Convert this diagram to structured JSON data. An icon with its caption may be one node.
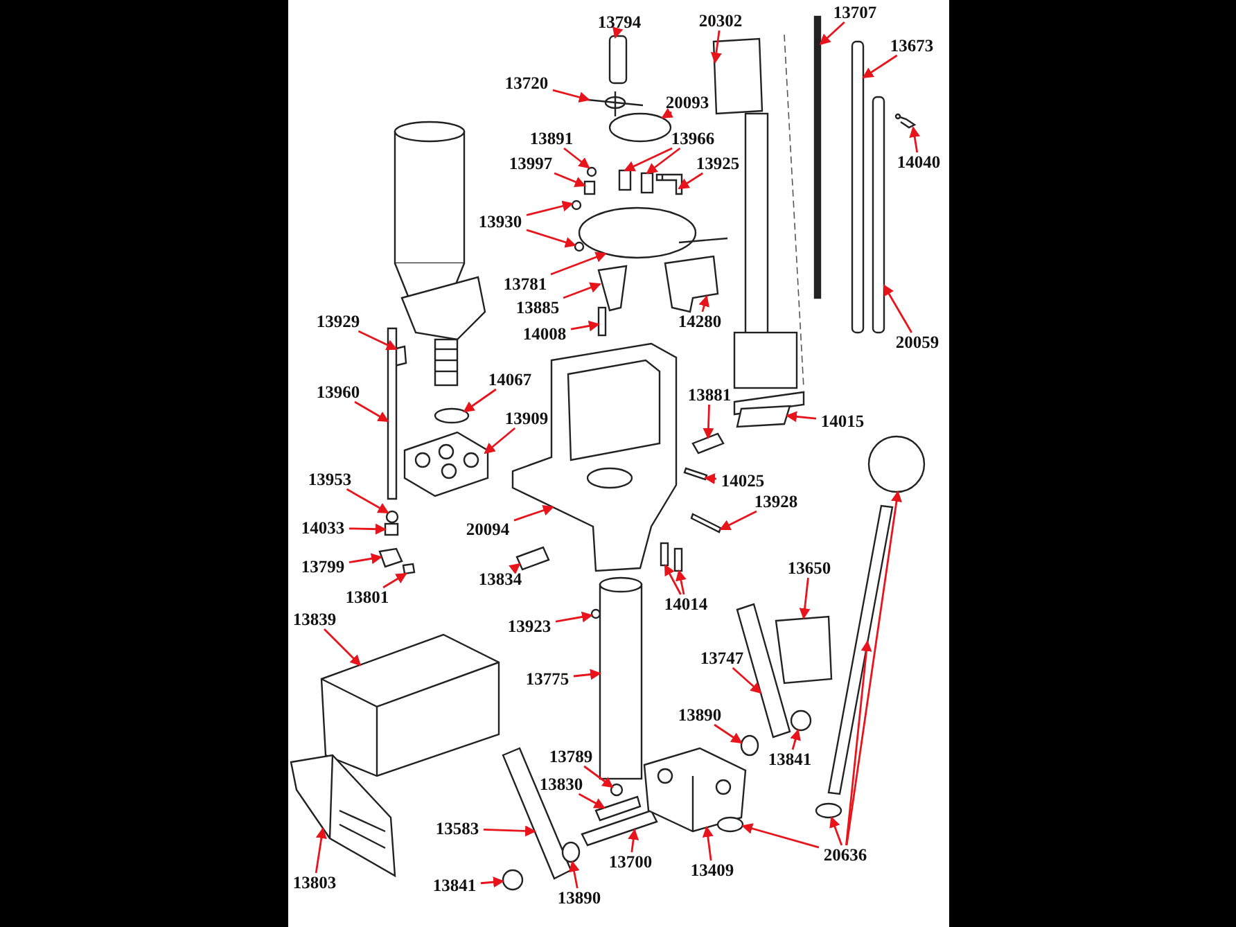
{
  "diagram": {
    "nodes": [
      {
        "text": [
          "13794"
        ]
      },
      {
        "text": [
          "20302"
        ]
      },
      {
        "text": [
          "13707"
        ]
      },
      {
        "text": [
          "13673"
        ]
      },
      {
        "text": [
          "13720"
        ]
      },
      {
        "text": [
          "20093"
        ]
      },
      {
        "text": [
          "14040"
        ]
      },
      {
        "text": [
          "13891"
        ]
      },
      {
        "text": [
          "13966"
        ]
      },
      {
        "text": [
          "13997"
        ]
      },
      {
        "text": [
          "13925"
        ]
      },
      {
        "text": [
          "13930"
        ]
      },
      {
        "text": [
          "13781"
        ]
      },
      {
        "text": [
          "13885"
        ]
      },
      {
        "text": [
          "14280"
        ]
      },
      {
        "text": [
          "20059"
        ]
      },
      {
        "text": [
          "14008"
        ]
      },
      {
        "text": [
          "13929"
        ]
      },
      {
        "text": [
          "13960"
        ]
      },
      {
        "text": [
          "14067"
        ]
      },
      {
        "text": [
          "13881"
        ]
      },
      {
        "text": [
          "14015"
        ]
      },
      {
        "text": [
          "13909"
        ]
      },
      {
        "text": [
          "14025"
        ]
      },
      {
        "text": [
          "13953"
        ]
      },
      {
        "text": [
          "20094"
        ]
      },
      {
        "text": [
          "13928"
        ]
      },
      {
        "text": [
          "14033"
        ]
      },
      {
        "text": [
          "13799"
        ]
      },
      {
        "text": [
          "13834"
        ]
      },
      {
        "text": [
          "13801"
        ]
      },
      {
        "text": [
          "14014"
        ]
      },
      {
        "text": [
          "13650"
        ]
      },
      {
        "text": [
          "13839"
        ]
      },
      {
        "text": [
          "13923"
        ]
      },
      {
        "text": [
          "13775"
        ]
      },
      {
        "text": [
          "13747"
        ]
      },
      {
        "text": [
          "13890"
        ]
      },
      {
        "text": [
          "13841"
        ]
      },
      {
        "text": [
          "13789"
        ]
      },
      {
        "text": [
          "13830"
        ]
      },
      {
        "text": [
          "13583"
        ]
      },
      {
        "text": [
          "13700"
        ]
      },
      {
        "text": [
          "13409"
        ]
      },
      {
        "text": [
          "20636"
        ]
      },
      {
        "text": [
          "13803"
        ]
      },
      {
        "text": [
          "13841"
        ]
      },
      {
        "text": [
          "13890"
        ]
      },
      {
        "text": [],
        "shape": "box"
      },
      {
        "text": [],
        "shape": "picture"
      },
      {
        "text": [],
        "shape": "bar"
      },
      {
        "text": [],
        "shape": "bar"
      },
      {
        "text": [],
        "shape": "picture"
      },
      {
        "text": [],
        "shape": "circle"
      },
      {
        "text": [],
        "shape": "picture"
      },
      {
        "text": [],
        "shape": "circle"
      },
      {
        "text": [],
        "shape": "box"
      },
      {
        "text": [],
        "shape": "box"
      },
      {
        "text": [],
        "shape": "box"
      },
      {
        "text": [],
        "shape": "picture"
      },
      {
        "text": [],
        "shape": "circle"
      },
      {
        "text": [],
        "shape": "circle"
      },
      {
        "text": [],
        "shape": "circle"
      },
      {
        "text": [],
        "shape": "box"
      },
      {
        "text": [],
        "shape": "picture"
      },
      {
        "text": [],
        "shape": "bar"
      },
      {
        "text": [],
        "shape": "bar"
      },
      {
        "text": [],
        "shape": "box"
      },
      {
        "text": [],
        "shape": "bar"
      },
      {
        "text": [],
        "shape": "circle"
      },
      {
        "text": [],
        "shape": "bar"
      },
      {
        "text": [],
        "shape": "box"
      },
      {
        "text": [],
        "shape": "picture"
      },
      {
        "text": [],
        "shape": "bar"
      },
      {
        "text": [],
        "shape": "circle"
      },
      {
        "text": [],
        "shape": "picture"
      },
      {
        "text": [],
        "shape": "bar"
      },
      {
        "text": [],
        "shape": "box"
      },
      {
        "text": [],
        "shape": "box"
      },
      {
        "text": [],
        "shape": "bar"
      },
      {
        "text": [],
        "shape": "box"
      },
      {
        "text": [],
        "shape": "bar"
      },
      {
        "text": [],
        "shape": "bar"
      },
      {
        "text": [],
        "shape": "box"
      },
      {
        "text": [],
        "shape": "picture"
      },
      {
        "text": [],
        "shape": "circle"
      },
      {
        "text": [],
        "shape": "cylinder"
      },
      {
        "text": [],
        "shape": "bar"
      },
      {
        "text": [],
        "shape": "circle"
      },
      {
        "text": [],
        "shape": "circle"
      },
      {
        "text": [],
        "shape": "circle"
      },
      {
        "text": [],
        "shape": "bar"
      },
      {
        "text": [],
        "shape": "bar"
      },
      {
        "text": [],
        "shape": "bar"
      },
      {
        "text": [],
        "shape": "picture"
      },
      {
        "text": [],
        "shape": "circle"
      },
      {
        "text": [],
        "shape": "bar"
      },
      {
        "text": [],
        "shape": "circle"
      },
      {
        "text": [],
        "shape": "circle"
      },
      {
        "text": [],
        "shape": "picture"
      },
      {
        "text": [],
        "shape": "circle"
      },
      {
        "text": [],
        "shape": "circle"
      }
    ],
    "edges": [
      {
        "from": 0,
        "to": 48,
        "arrow": "to"
      },
      {
        "from": 1,
        "to": 49,
        "arrow": "to"
      },
      {
        "from": 2,
        "to": 50,
        "arrow": "to"
      },
      {
        "from": 3,
        "to": 51,
        "arrow": "to"
      },
      {
        "from": 4,
        "to": 52,
        "arrow": "to"
      },
      {
        "from": 5,
        "to": 53,
        "arrow": "to"
      },
      {
        "from": 6,
        "to": 54,
        "arrow": "to"
      },
      {
        "from": 7,
        "to": 55,
        "arrow": "to"
      },
      {
        "from": 8,
        "to": 56,
        "arrow": "to"
      },
      {
        "from": 8,
        "to": 57,
        "arrow": "to"
      },
      {
        "from": 9,
        "to": 58,
        "arrow": "to"
      },
      {
        "from": 10,
        "to": 59,
        "arrow": "to"
      },
      {
        "from": 11,
        "to": 60,
        "arrow": "to"
      },
      {
        "from": 11,
        "to": 61,
        "arrow": "to"
      },
      {
        "from": 12,
        "to": 62,
        "arrow": "to"
      },
      {
        "from": 13,
        "to": 63,
        "arrow": "to"
      },
      {
        "from": 14,
        "to": 64,
        "arrow": "to"
      },
      {
        "from": 15,
        "to": 65,
        "arrow": "to"
      },
      {
        "from": 16,
        "to": 66,
        "arrow": "to"
      },
      {
        "from": 17,
        "to": 67,
        "arrow": "to"
      },
      {
        "from": 18,
        "to": 68,
        "arrow": "to"
      },
      {
        "from": 19,
        "to": 69,
        "arrow": "to"
      },
      {
        "from": 20,
        "to": 70,
        "arrow": "to"
      },
      {
        "from": 21,
        "to": 71,
        "arrow": "to"
      },
      {
        "from": 22,
        "to": 72,
        "arrow": "to"
      },
      {
        "from": 23,
        "to": 73,
        "arrow": "to"
      },
      {
        "from": 24,
        "to": 74,
        "arrow": "to"
      },
      {
        "from": 25,
        "to": 75,
        "arrow": "to"
      },
      {
        "from": 26,
        "to": 76,
        "arrow": "to"
      },
      {
        "from": 27,
        "to": 77,
        "arrow": "to"
      },
      {
        "from": 28,
        "to": 78,
        "arrow": "to"
      },
      {
        "from": 29,
        "to": 79,
        "arrow": "to"
      },
      {
        "from": 30,
        "to": 80,
        "arrow": "to"
      },
      {
        "from": 31,
        "to": 81,
        "arrow": "to"
      },
      {
        "from": 31,
        "to": 82,
        "arrow": "to"
      },
      {
        "from": 32,
        "to": 83,
        "arrow": "to"
      },
      {
        "from": 33,
        "to": 84,
        "arrow": "to"
      },
      {
        "from": 34,
        "to": 85,
        "arrow": "to"
      },
      {
        "from": 35,
        "to": 86,
        "arrow": "to"
      },
      {
        "from": 36,
        "to": 87,
        "arrow": "to"
      },
      {
        "from": 37,
        "to": 88,
        "arrow": "to"
      },
      {
        "from": 38,
        "to": 89,
        "arrow": "to"
      },
      {
        "from": 39,
        "to": 90,
        "arrow": "to"
      },
      {
        "from": 40,
        "to": 91,
        "arrow": "to"
      },
      {
        "from": 41,
        "to": 92,
        "arrow": "to"
      },
      {
        "from": 42,
        "to": 93,
        "arrow": "to"
      },
      {
        "from": 43,
        "to": 94,
        "arrow": "to"
      },
      {
        "from": 44,
        "to": 95,
        "arrow": "to"
      },
      {
        "from": 44,
        "to": 96,
        "arrow": "to"
      },
      {
        "from": 44,
        "to": 97,
        "arrow": "to"
      },
      {
        "from": 44,
        "to": 98,
        "arrow": "to"
      },
      {
        "from": 45,
        "to": 99,
        "arrow": "to"
      },
      {
        "from": 46,
        "to": 100,
        "arrow": "to"
      },
      {
        "from": 47,
        "to": 101,
        "arrow": "to"
      }
    ]
  }
}
